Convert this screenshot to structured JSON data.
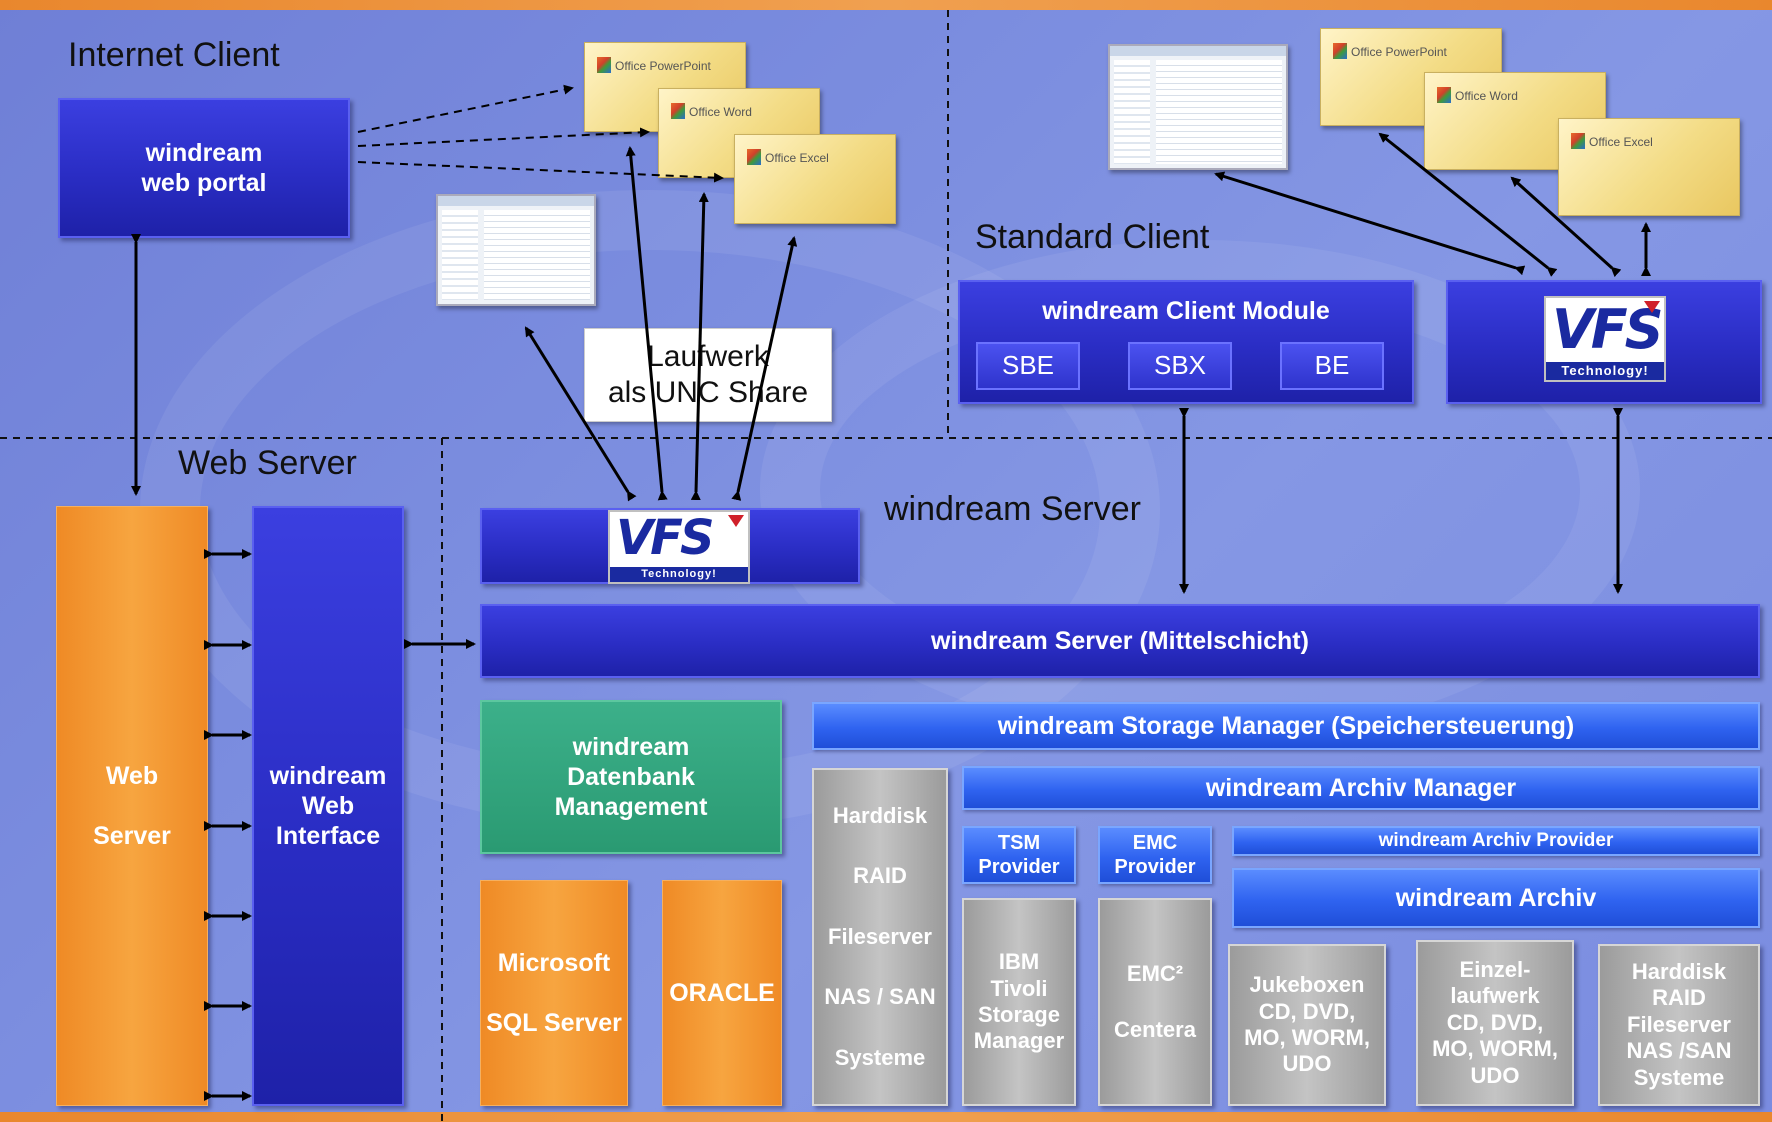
{
  "sections": {
    "internet_client": "Internet Client",
    "standard_client": "Standard Client",
    "web_server": "Web Server",
    "windream_server": "windream Server"
  },
  "boxes": {
    "web_portal": [
      "windream",
      "web portal"
    ],
    "unc": [
      "Laufwerk",
      "als UNC Share"
    ],
    "client_module": "windream Client Module",
    "client_sub": [
      "SBE",
      "SBX",
      "BE"
    ],
    "web_server": [
      "Web",
      "Server"
    ],
    "web_interface": [
      "windream",
      "Web",
      "Interface"
    ],
    "mittelschicht": "windream Server (Mittelschicht)",
    "datenbank": [
      "windream",
      "Datenbank",
      "Management"
    ],
    "mssql": [
      "Microsoft",
      "SQL Server"
    ],
    "oracle": "ORACLE",
    "storage_manager": "windream Storage Manager (Speichersteuerung)",
    "archiv_manager": "windream Archiv Manager",
    "harddisk": [
      "Harddisk",
      "RAID",
      "Fileserver",
      "NAS / SAN",
      "Systeme"
    ],
    "tsm": [
      "TSM",
      "Provider"
    ],
    "emc": [
      "EMC",
      "Provider"
    ],
    "archiv_provider": "windream Archiv Provider",
    "archiv": "windream Archiv",
    "ibm": [
      "IBM",
      "Tivoli",
      "Storage",
      "Manager"
    ],
    "emc2": [
      "EMC²",
      "Centera"
    ],
    "jukebox": [
      "Jukeboxen",
      "CD, DVD,",
      "MO, WORM,",
      "UDO"
    ],
    "einzel": [
      "Einzel-",
      "laufwerk",
      "CD, DVD,",
      "MO, WORM,",
      "UDO"
    ],
    "harddisk2": [
      "Harddisk",
      "RAID",
      "Fileserver",
      "NAS /SAN",
      "Systeme"
    ]
  },
  "vfs": {
    "logo": "VFS",
    "tagline": "Technology!"
  },
  "documents": {
    "powerpoint": "Office PowerPoint",
    "word": "Office Word",
    "excel": "Office Excel"
  },
  "colors": {
    "background": "#7b8ddf",
    "navy": "#2a2dc4",
    "blue": "#2f63f0",
    "orange": "#f7a540",
    "green": "#2a9a72",
    "gray": "#b0b0b0",
    "accent_bar": "#e9872d"
  }
}
